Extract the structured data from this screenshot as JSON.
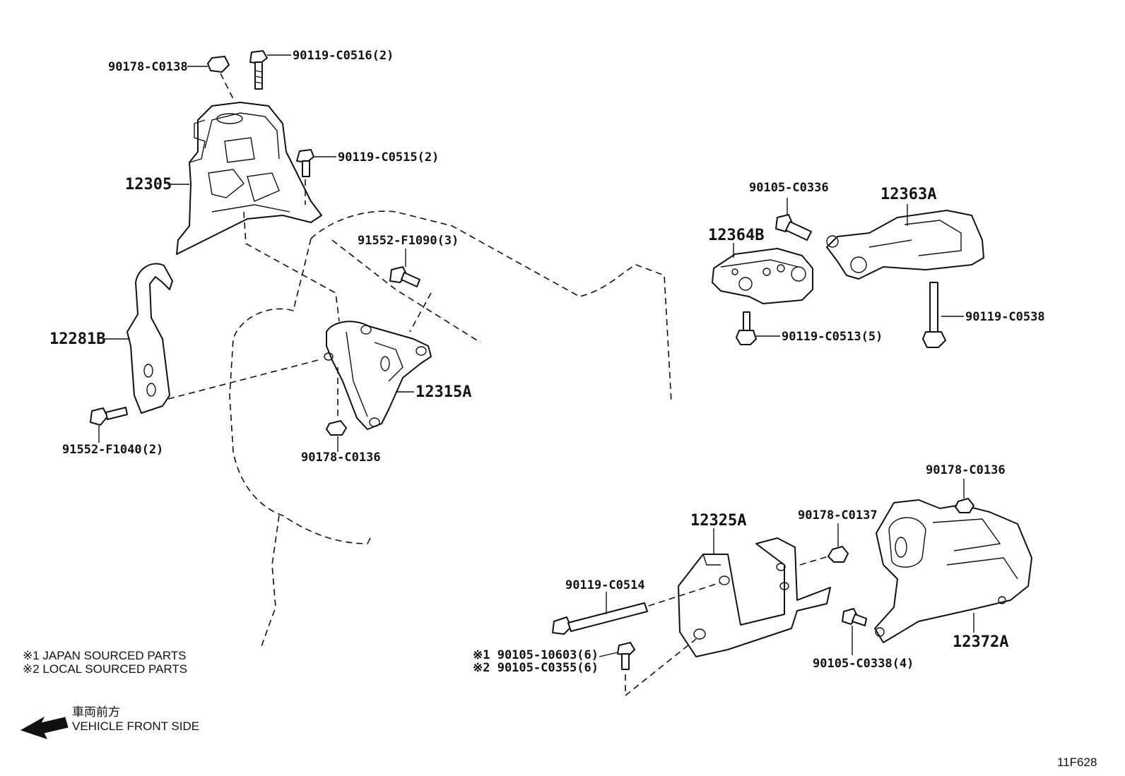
{
  "labels": {
    "p90178_C0138": "90178-C0138",
    "p90119_C0516": "90119-C0516(2)",
    "p90119_C0515": "90119-C0515(2)",
    "p12305": "12305",
    "p91552_F1090": "91552-F1090(3)",
    "p12281B": "12281B",
    "p12315A": "12315A",
    "p91552_F1040": "91552-F1040(2)",
    "p90178_C0136_a": "90178-C0136",
    "p90105_C0336": "90105-C0336",
    "p12363A": "12363A",
    "p12364B": "12364B",
    "p90119_C0538": "90119-C0538",
    "p90119_C0513": "90119-C0513(5)",
    "p90178_C0136_b": "90178-C0136",
    "p12325A": "12325A",
    "p90178_C0137": "90178-C0137",
    "p90119_C0514": "90119-C0514",
    "p90105_10603": "※1 90105-10603(6)",
    "p90105_C0355": "※2 90105-C0355(6)",
    "p90105_C0338": "90105-C0338(4)",
    "p12372A": "12372A"
  },
  "notes": {
    "note1": "※1  JAPAN SOURCED PARTS",
    "note2": "※2  LOCAL SOURCED PARTS"
  },
  "direction": {
    "jp": "車両前方",
    "en": "VEHICLE FRONT SIDE",
    "icon": "arrow-left-icon"
  },
  "figure_code": "11F628"
}
